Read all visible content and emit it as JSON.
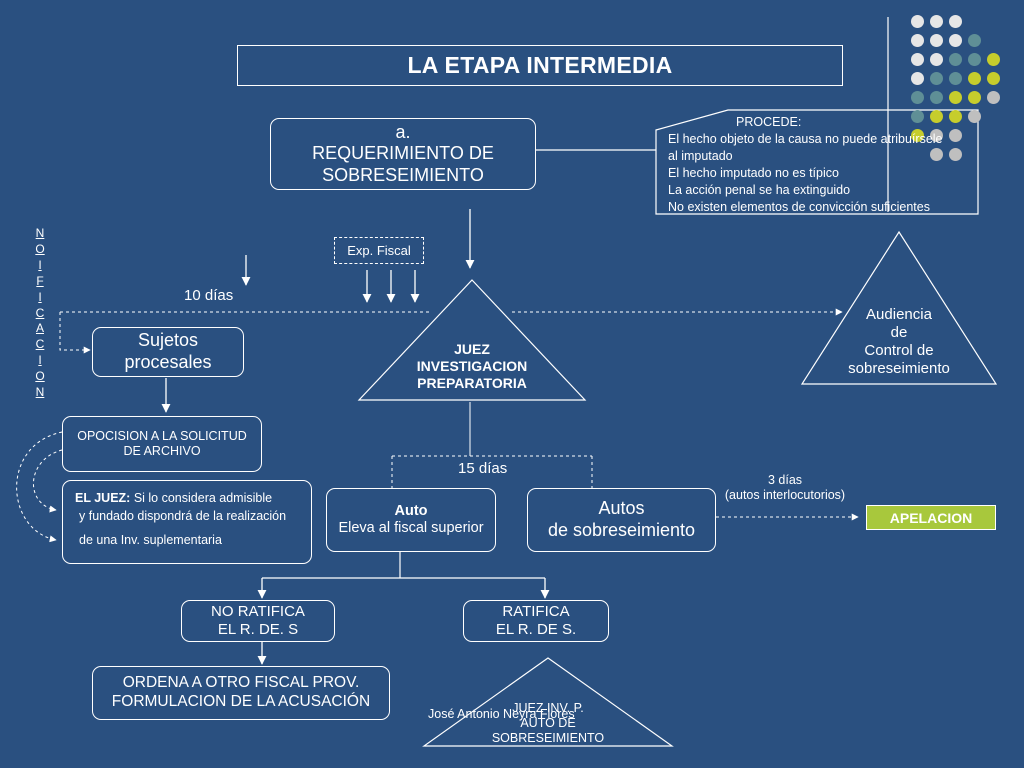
{
  "slide": {
    "title": "LA ETAPA INTERMEDIA",
    "requerimiento": {
      "line1": "a.",
      "line2": "REQUERIMIENTO DE",
      "line3": "SOBRESEIMIENTO"
    },
    "procede": {
      "heading": "PROCEDE:",
      "items": [
        "El hecho objeto de la causa no puede atribuírsele",
        "al imputado",
        "El hecho imputado no es típico",
        "La acción penal se ha extinguido",
        "No existen elementos de convicción suficientes"
      ]
    },
    "notificacion_letters": [
      "N",
      "O",
      "I",
      "F",
      "I",
      "C",
      "A",
      "C",
      "I",
      "O",
      "N"
    ],
    "exp_fiscal": "Exp. Fiscal",
    "diez_dias": "10 días",
    "sujetos": {
      "line1": "Sujetos",
      "line2": "procesales"
    },
    "juez": {
      "line1": "JUEZ",
      "line2": "INVESTIGACION",
      "line3": "PREPARATORIA"
    },
    "audiencia": {
      "line1": "Audiencia",
      "line2": "de",
      "line3": "Control de",
      "line4": "sobreseimiento"
    },
    "oposicion": {
      "line1": "OPOCISION A LA SOLICITUD",
      "line2": "DE ARCHIVO"
    },
    "el_juez": {
      "bold": "EL JUEZ:",
      "line1_rest": " Si lo considera admisible",
      "line2": "y fundado dispondrá de la realización",
      "line3": "de una Inv. suplementaria"
    },
    "quince_dias": "15 días",
    "auto": {
      "line1": "Auto",
      "line2": "Eleva al fiscal superior"
    },
    "autos_sob": {
      "line1": "Autos",
      "line2": "de sobreseimiento"
    },
    "tres_dias": {
      "line1": "3 días",
      "line2": "(autos interlocutorios)"
    },
    "apelacion": "APELACION",
    "no_ratifica": {
      "line1": "NO RATIFICA",
      "line2": "EL R. DE. S"
    },
    "ratifica": {
      "line1": "RATIFICA",
      "line2": "EL R. DE S."
    },
    "ordena": {
      "line1": "ORDENA A OTRO FISCAL PROV.",
      "line2": "FORMULACION DE LA ACUSACIÓN"
    },
    "juez_inv": {
      "line1": "JUEZ INV. P.",
      "line2": "AUTO DE",
      "line3": "SOBRESEIMIENTO"
    },
    "author": "José Antonio Neyra Flores"
  },
  "colors": {
    "background": "#2a5080",
    "line": "#ffffff",
    "apelacion_fill": "#a8c83c",
    "dot_light": "#e6e6e6",
    "dot_teal": "#5f8f96",
    "dot_lime": "#c6cd2c",
    "dot_gray": "#bfbfbf"
  },
  "decor_dots": [
    [
      "dot_light",
      "dot_light",
      "dot_light",
      null,
      null,
      null
    ],
    [
      "dot_light",
      "dot_light",
      "dot_light",
      "dot_teal",
      null,
      null
    ],
    [
      "dot_light",
      "dot_light",
      "dot_teal",
      "dot_teal",
      "dot_lime",
      null
    ],
    [
      "dot_light",
      "dot_teal",
      "dot_teal",
      "dot_lime",
      "dot_lime",
      null
    ],
    [
      "dot_teal",
      "dot_teal",
      "dot_lime",
      "dot_lime",
      "dot_gray",
      null
    ],
    [
      "dot_teal",
      "dot_lime",
      "dot_lime",
      "dot_gray",
      null,
      null
    ],
    [
      "dot_lime",
      "dot_gray",
      "dot_gray",
      null,
      null,
      null
    ],
    [
      null,
      "dot_gray",
      "dot_gray",
      null,
      null,
      null
    ]
  ]
}
